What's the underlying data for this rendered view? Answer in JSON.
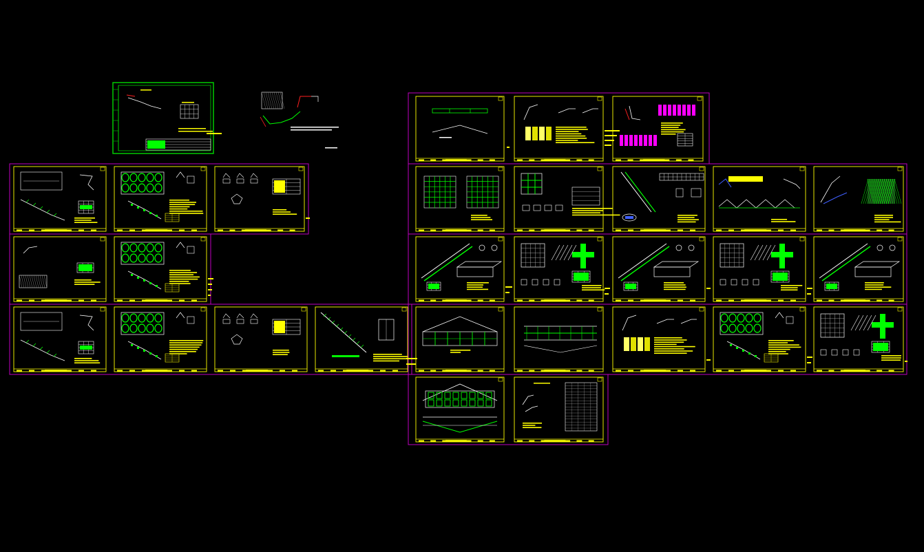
{
  "viewport": {
    "background": "#000000"
  },
  "colors": {
    "frame": "#c000c0",
    "border_yellow": "#ffff00",
    "border_green": "#00cc00",
    "drawing_green": "#00ff00",
    "drawing_white": "#ffffff",
    "accent_red": "#ff2020",
    "accent_magenta": "#ff00ff",
    "accent_cyan": "#00ffff",
    "accent_blue": "#4060ff"
  },
  "sheets": [
    {
      "id": "index-sheet",
      "style": "index"
    },
    {
      "id": "detail-sketch",
      "style": "sketch"
    },
    {
      "id": "r1c6",
      "style": "profile"
    },
    {
      "id": "r1c7",
      "style": "slope-notes"
    },
    {
      "id": "r1c8",
      "style": "magenta-table"
    },
    {
      "id": "r2c1",
      "style": "plan-slope"
    },
    {
      "id": "r2c2",
      "style": "grid-cells"
    },
    {
      "id": "r2c3",
      "style": "details-table"
    },
    {
      "id": "r2c6",
      "style": "grid-plan"
    },
    {
      "id": "r2c7",
      "style": "grid-small"
    },
    {
      "id": "r2c8",
      "style": "diagonal"
    },
    {
      "id": "r2c9",
      "style": "wave"
    },
    {
      "id": "r2c10",
      "style": "hatch"
    },
    {
      "id": "r3c1",
      "style": "plan-small"
    },
    {
      "id": "r3c2",
      "style": "grid-cells"
    },
    {
      "id": "r3c6",
      "style": "diagonal-box"
    },
    {
      "id": "r3c7",
      "style": "cross-detail"
    },
    {
      "id": "r3c8",
      "style": "diagonal-box"
    },
    {
      "id": "r3c9",
      "style": "cross-detail"
    },
    {
      "id": "r3c10",
      "style": "diagonal-box"
    },
    {
      "id": "r4c1",
      "style": "plan-slope"
    },
    {
      "id": "r4c2",
      "style": "grid-cells"
    },
    {
      "id": "r4c3",
      "style": "details-table"
    },
    {
      "id": "r4c4",
      "style": "long-diagonal"
    },
    {
      "id": "r4c5",
      "style": "roof-elevation"
    },
    {
      "id": "r4c6",
      "style": "long-section"
    },
    {
      "id": "r4c7",
      "style": "slope-notes"
    },
    {
      "id": "r4c8",
      "style": "grid-cells"
    },
    {
      "id": "r4c9",
      "style": "cross-detail"
    },
    {
      "id": "r5c1",
      "style": "roof-grid"
    },
    {
      "id": "r5c2",
      "style": "big-table"
    }
  ]
}
